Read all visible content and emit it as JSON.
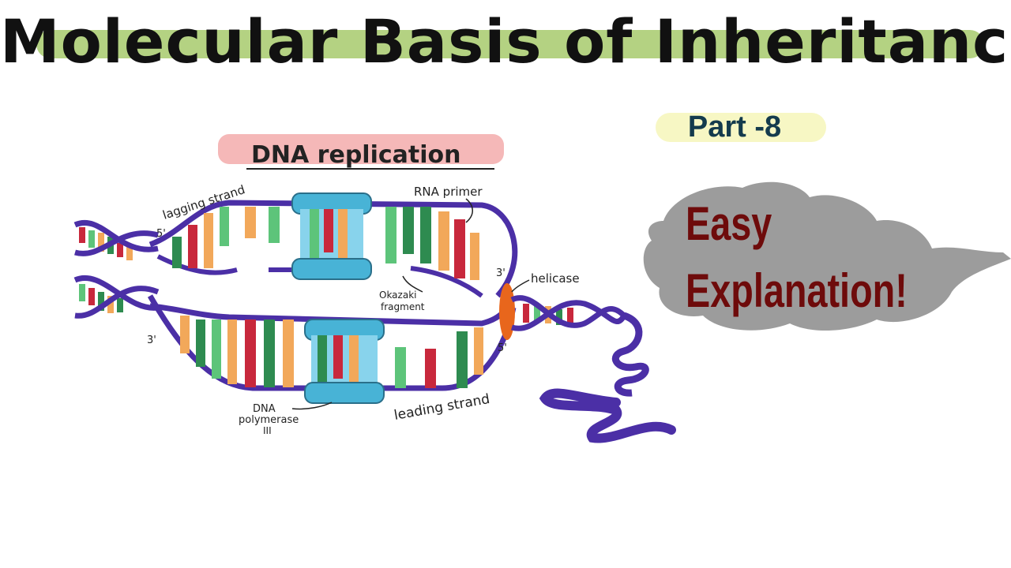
{
  "header": {
    "title": "Molecular Basis of Inheritance"
  },
  "badge": {
    "part": "Part -8"
  },
  "callout": {
    "line1": "Easy",
    "line2": "Explanation!"
  },
  "diagram": {
    "title": "DNA replication",
    "labels": {
      "lagging_strand": "lagging strand",
      "rna_primer": "RNA primer",
      "okazaki_line1": "Okazaki",
      "okazaki_line2": "fragment",
      "helicase": "helicase",
      "dna_pol_line1": "DNA",
      "dna_pol_line2": "polymerase",
      "dna_pol_line3": "III",
      "leading_strand": "leading strand",
      "five_prime_top": "5'",
      "three_prime_left": "3'",
      "three_prime_fork": "3'",
      "five_prime_fork": "5'"
    },
    "colors": {
      "backbone": "#4b2fa6",
      "base_green": "#2e8b50",
      "base_light_green": "#5dc47a",
      "base_red": "#c8283c",
      "base_orange": "#f2a85a",
      "polymerase": "#48b3d6",
      "helicase": "#e8661c",
      "title_highlight": "#f5b8b8"
    }
  }
}
